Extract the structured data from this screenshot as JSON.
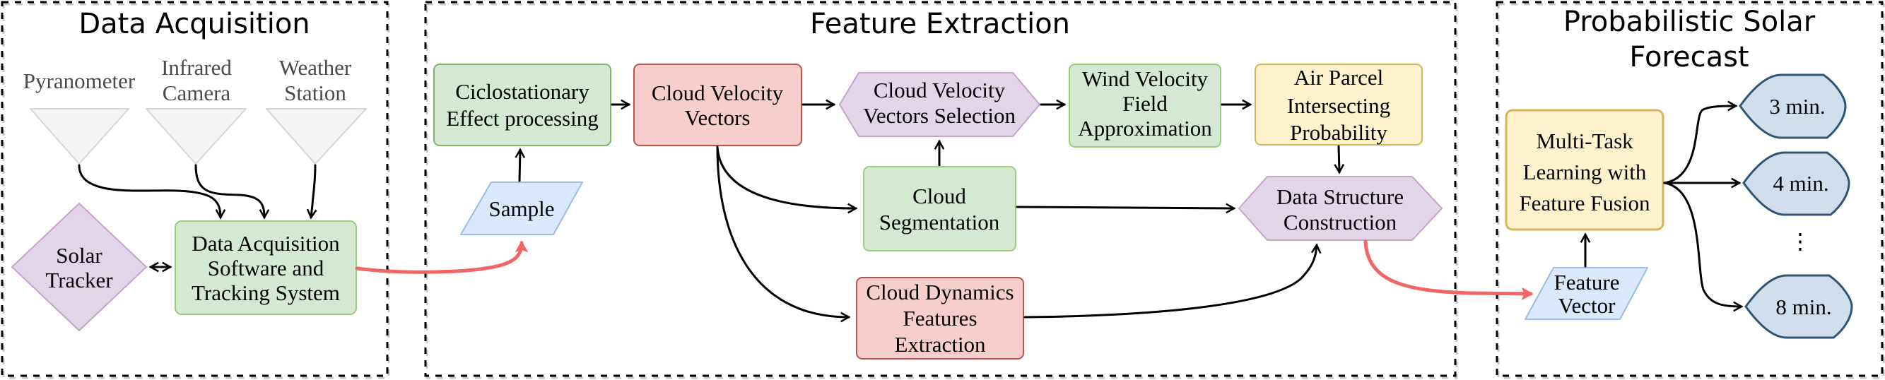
{
  "colors": {
    "green_fill": "#d5e8d4",
    "green_stroke": "#82b366",
    "red_fill": "#f8cecc",
    "red_stroke": "#b85450",
    "purple_fill": "#e1d5e7",
    "purple_stroke": "#c3a5c9",
    "yellow_fill": "#fff2cc",
    "yellow_stroke": "#d6b656",
    "blue_fill": "#dae8fc",
    "blue_stroke": "#9dbbe8",
    "grey_fill": "#f5f5f5",
    "grey_stroke": "#d6d6d6",
    "output_fill": "#d0deec",
    "output_stroke": "#2f5475",
    "highlight_edge": "#f26565"
  },
  "panels": {
    "acquisition": {
      "title": "Data Acquisition"
    },
    "extraction": {
      "title": "Feature Extraction"
    },
    "forecast": {
      "title_lines": [
        "Probabilistic Solar",
        "Forecast"
      ]
    }
  },
  "acquisition": {
    "sensors": [
      {
        "label_lines": [
          "Pyranometer"
        ]
      },
      {
        "label_lines": [
          "Infrared",
          "Camera"
        ]
      },
      {
        "label_lines": [
          "Weather",
          "Station"
        ]
      }
    ],
    "solar_tracker": {
      "label_lines": [
        "Solar",
        "Tracker"
      ]
    },
    "daq_system": {
      "label_lines": [
        "Data Acquisition",
        "Software and",
        "Tracking System"
      ]
    }
  },
  "extraction": {
    "sample": {
      "label_lines": [
        "Sample"
      ]
    },
    "ciclostationary": {
      "label_lines": [
        "Ciclostationary",
        "Effect processing"
      ]
    },
    "cloud_velocity_vectors": {
      "label_lines": [
        "Cloud Velocity",
        "Vectors"
      ]
    },
    "cvv_selection": {
      "label_lines": [
        "Cloud Velocity",
        "Vectors Selection"
      ]
    },
    "wind_field": {
      "label_lines": [
        "Wind Velocity",
        "Field",
        "Approximation"
      ]
    },
    "air_parcel": {
      "label_lines": [
        "Air Parcel",
        "Intersecting",
        "Probability"
      ]
    },
    "cloud_segmentation": {
      "label_lines": [
        "Cloud",
        "Segmentation"
      ]
    },
    "data_structure": {
      "label_lines": [
        "Data Structure",
        "Construction"
      ]
    },
    "cloud_dynamics": {
      "label_lines": [
        "Cloud Dynamics",
        "Features",
        "Extraction"
      ]
    }
  },
  "forecast": {
    "feature_vector": {
      "label_lines": [
        "Feature",
        "Vector"
      ]
    },
    "mtl": {
      "label_lines": [
        "Multi-Task",
        "Learning with",
        "Feature Fusion"
      ]
    },
    "horizons": [
      {
        "label": "3 min."
      },
      {
        "label": "4 min."
      },
      {
        "label": "8 min."
      }
    ],
    "ellipsis": "⋮"
  }
}
